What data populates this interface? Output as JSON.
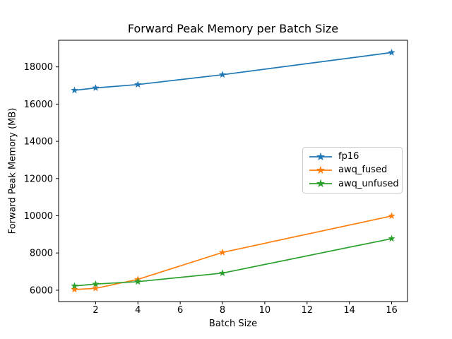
{
  "chart_data": {
    "type": "line",
    "title": "Forward Peak Memory per Batch Size",
    "xlabel": "Batch Size",
    "ylabel": "Forward Peak Memory (MB)",
    "x": [
      1,
      2,
      4,
      8,
      16
    ],
    "series": [
      {
        "name": "fp16",
        "color": "#1f77b4",
        "values": [
          16740,
          16870,
          17050,
          17580,
          18770
        ]
      },
      {
        "name": "awq_fused",
        "color": "#ff7f0e",
        "values": [
          6040,
          6100,
          6580,
          8030,
          9990
        ]
      },
      {
        "name": "awq_unfused",
        "color": "#2ca02c",
        "values": [
          6230,
          6330,
          6460,
          6920,
          8770
        ]
      }
    ],
    "xticks": [
      2,
      4,
      6,
      8,
      10,
      12,
      14,
      16
    ],
    "yticks": [
      6000,
      8000,
      10000,
      12000,
      14000,
      16000,
      18000
    ],
    "xlim": [
      0.25,
      16.75
    ],
    "ylim": [
      5390,
      19430
    ],
    "grid": false,
    "legend_position": "center-right",
    "marker": "star",
    "axis_color": "#000000",
    "background_color": "#ffffff"
  }
}
